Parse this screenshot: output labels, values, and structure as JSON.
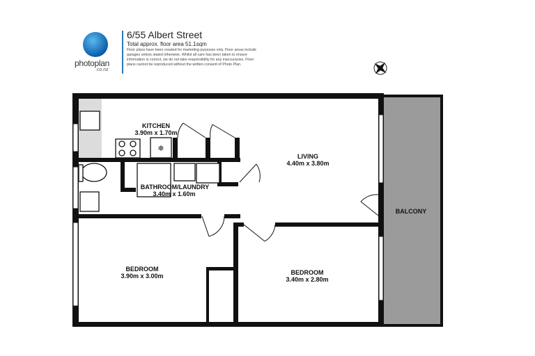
{
  "logo": {
    "brand_text": "photoplan",
    "brand_suffix": ".co.nz",
    "brand_color": "#1a7fd0"
  },
  "header": {
    "title": "6/55 Albert Street",
    "area": "Total approx. floor area 51.1sqm",
    "disclaimer": "Floor plans have been created for marketing purposes only. Floor areas include garages unless stated otherwise. Whilst all care has been taken to ensure information is correct, we do not take responsibility for any inaccuracies. Floor plans cannot be reproduced without the written consent of Photo Plan."
  },
  "rooms": {
    "kitchen": {
      "name": "KITCHEN",
      "size": "3.90m  x 1.70m"
    },
    "bathroom": {
      "name": "BATHROOM/LAUNDRY",
      "size": "3.40m  x 1.60m"
    },
    "living": {
      "name": "LIVING",
      "size": "4.40m  x 3.80m"
    },
    "balcony": {
      "name": "BALCONY"
    },
    "bedroom1": {
      "name": "BEDROOM",
      "size": "3.90m  x 3.00m"
    },
    "bedroom2": {
      "name": "BEDROOM",
      "size": "3.40m  x 2.80m"
    }
  },
  "colors": {
    "wall": "#111111",
    "balcony": "#9b9b9b",
    "kitchen_bench": "#dcdcdc"
  }
}
